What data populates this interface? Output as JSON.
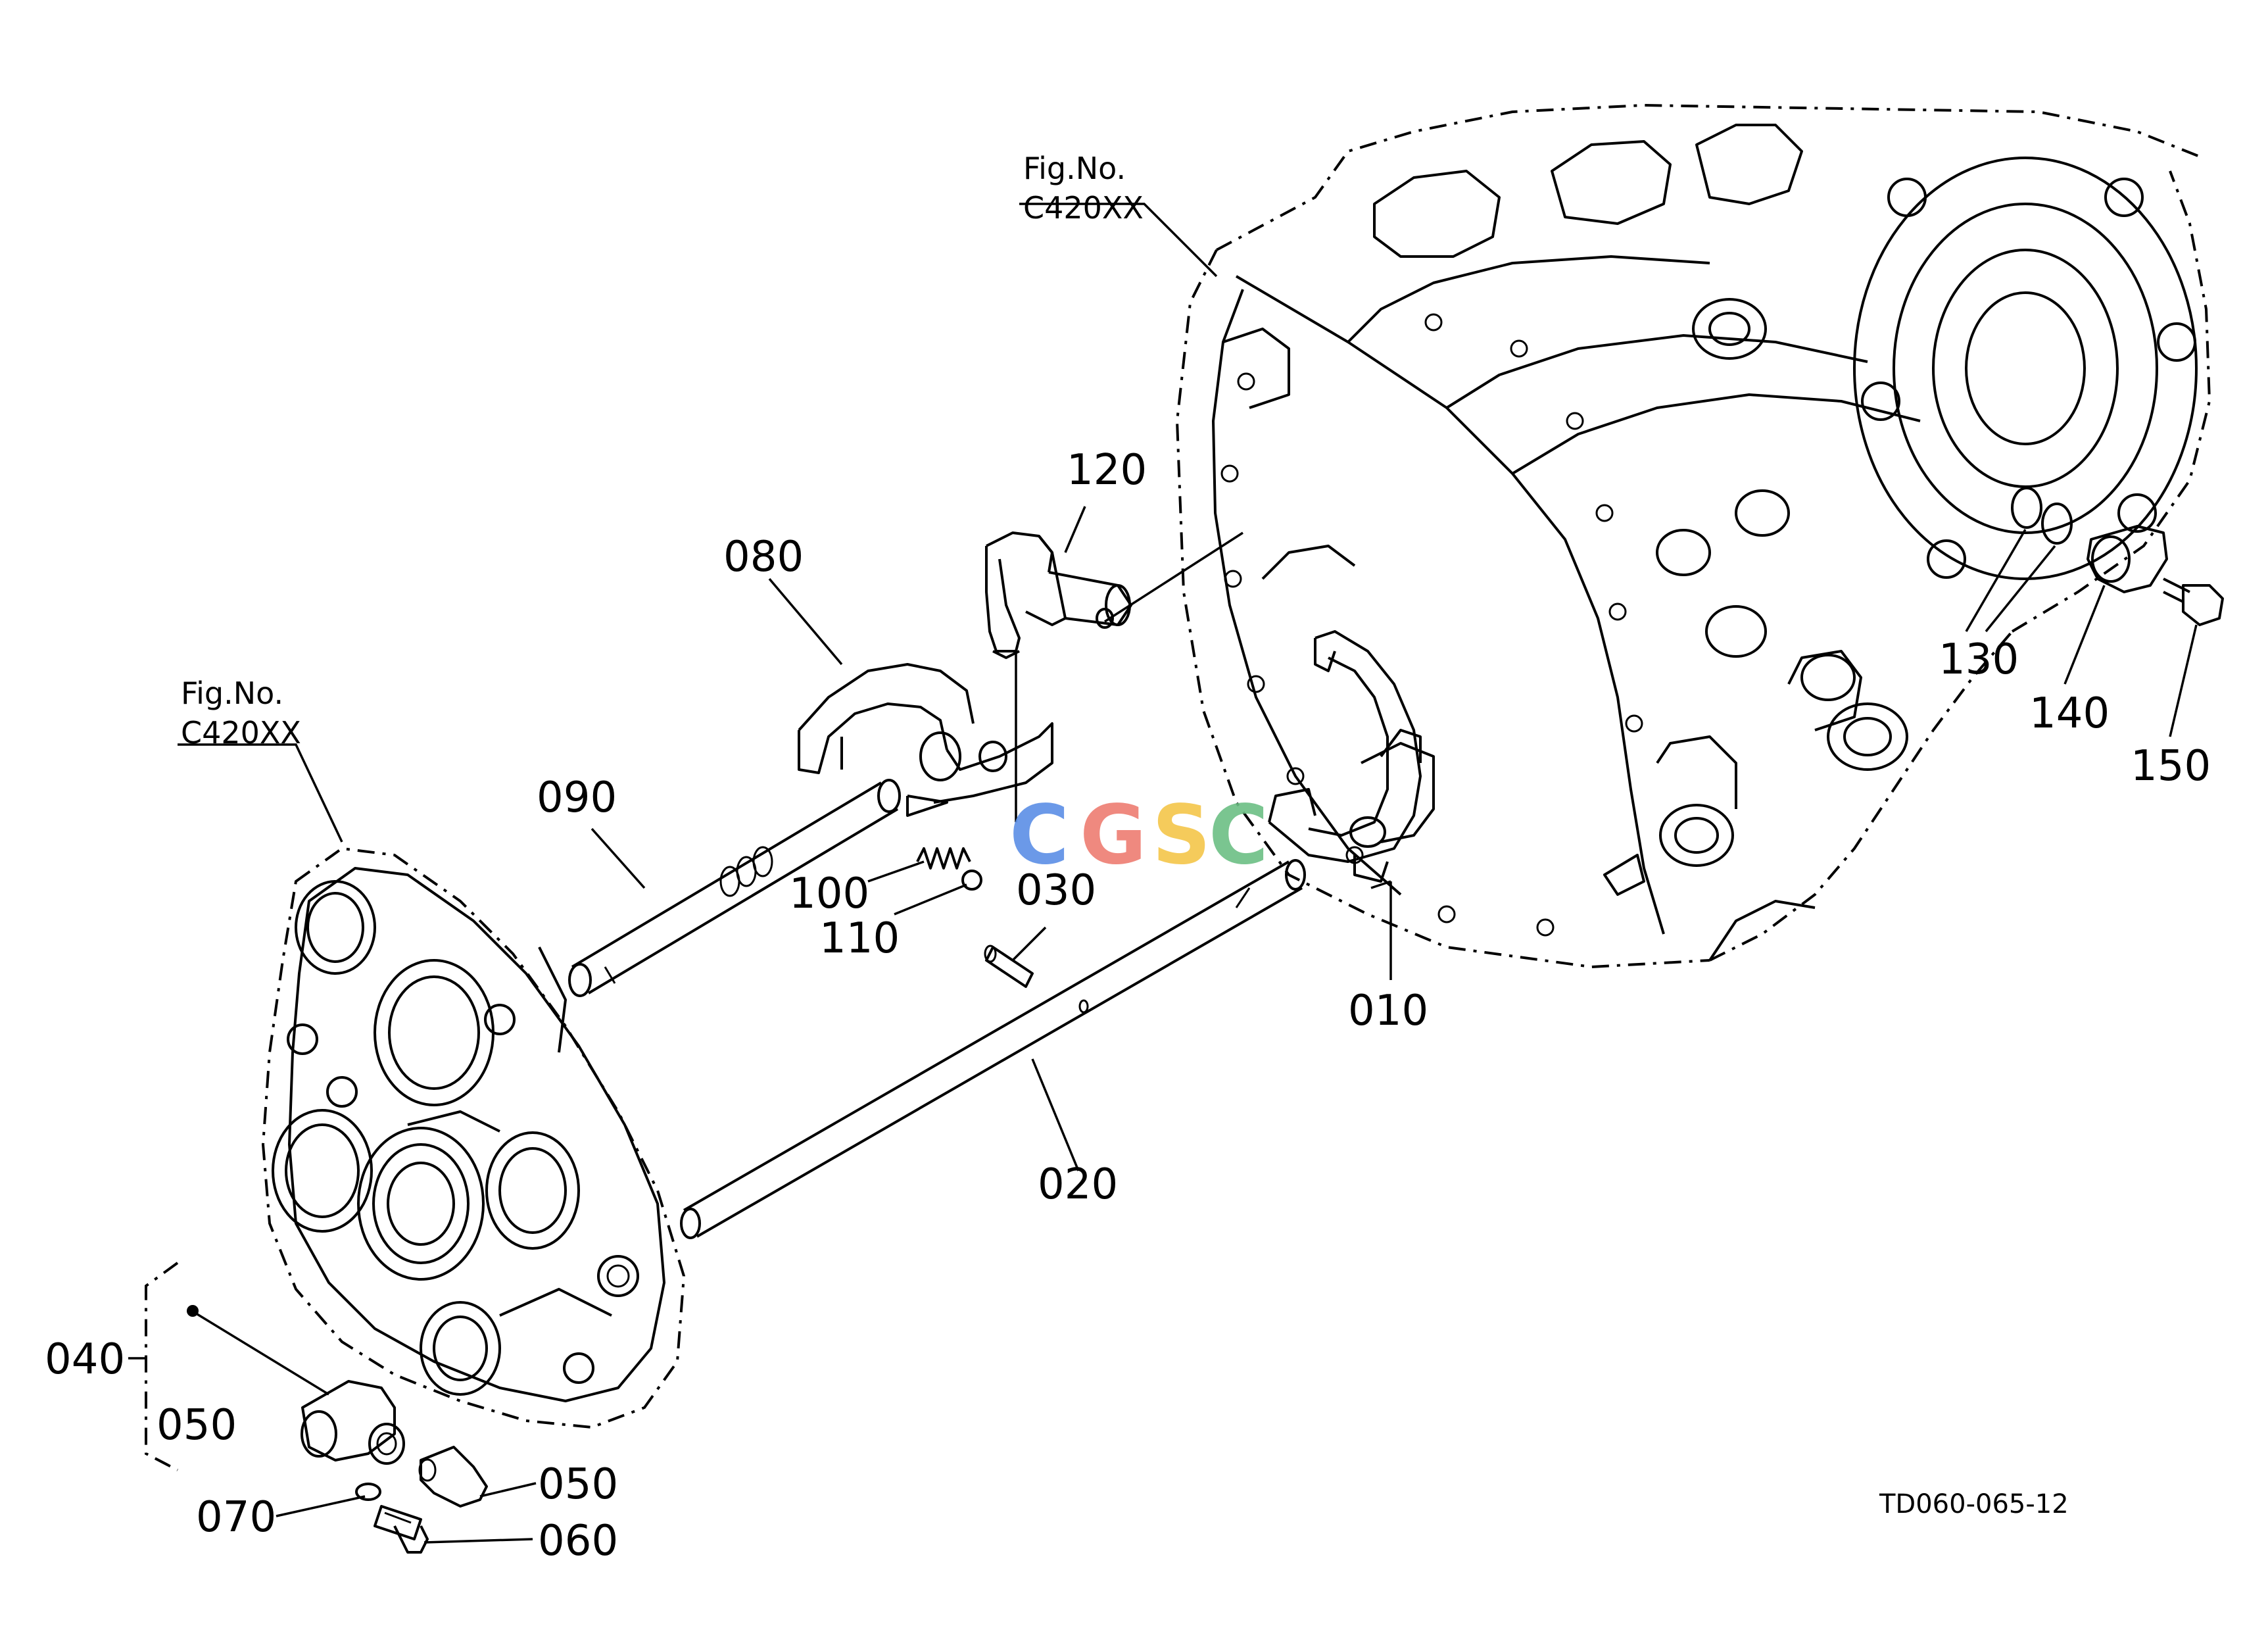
{
  "diagram": {
    "figure_refs": [
      {
        "line1": "Fig.No.",
        "line2": "C420XX"
      },
      {
        "line1": "Fig.No.",
        "line2": "C420XX"
      }
    ],
    "parts": {
      "p010": "010",
      "p020": "020",
      "p030": "030",
      "p040": "040",
      "p050_group": "050",
      "p050": "050",
      "p060": "060",
      "p070": "070",
      "p080": "080",
      "p090": "090",
      "p100": "100",
      "p110": "110",
      "p120": "120",
      "p130": "130",
      "p140": "140",
      "p150": "150"
    },
    "drawing_code": "TD060-065-12",
    "watermark": {
      "letters": [
        "C",
        "G",
        "S",
        "C"
      ],
      "colors": [
        "#5b8fe6",
        "#ee7d72",
        "#f4c64a",
        "#6cbf84"
      ]
    }
  }
}
